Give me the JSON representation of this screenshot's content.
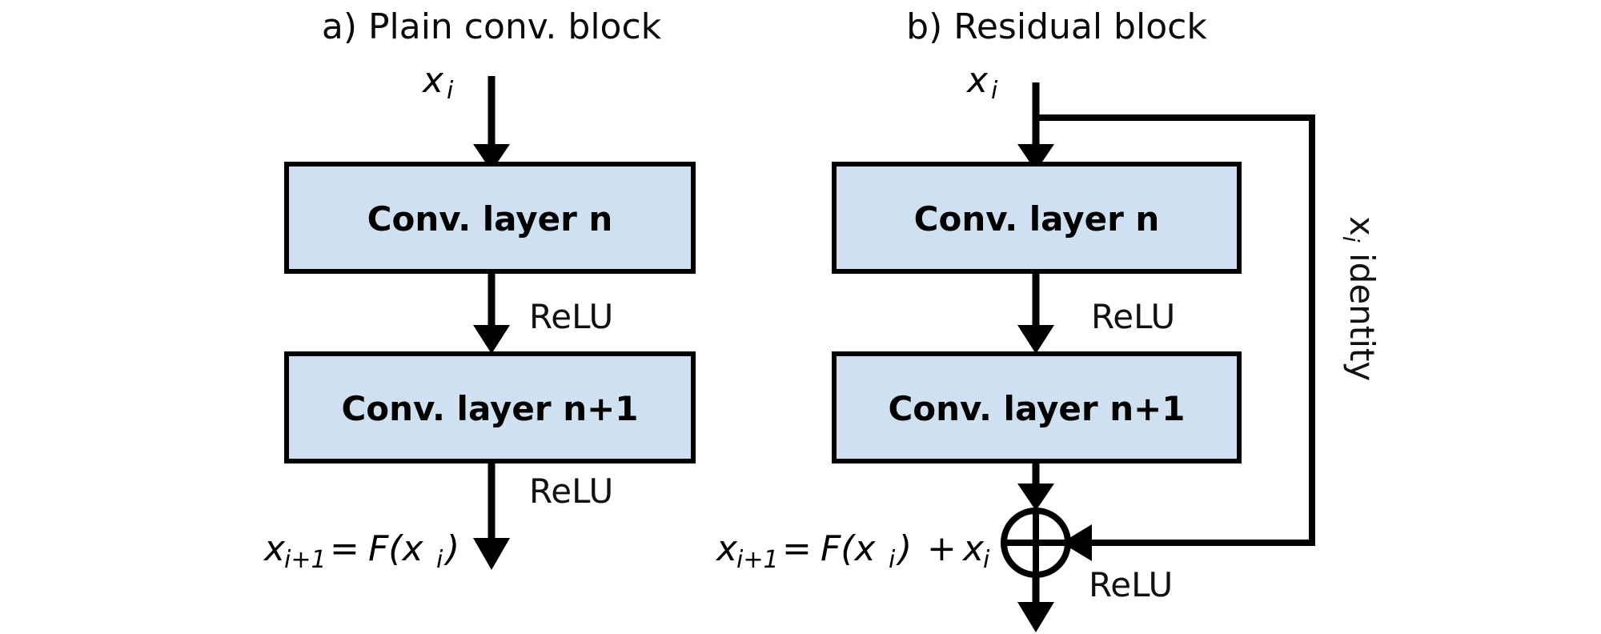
{
  "figure": {
    "background_color": "#ffffff",
    "box_fill_color": "#cfe0f0",
    "box_stroke_color": "#000000",
    "line_color": "#000000"
  },
  "panels": [
    {
      "id": "plain-conv-block",
      "title": "a) Plain conv. block",
      "input_label": {
        "base": "x",
        "sub": "i"
      },
      "layers": [
        {
          "label": "Conv. layer n"
        },
        {
          "label": "Conv. layer n+1"
        }
      ],
      "activations": [
        {
          "label": "ReLU"
        },
        {
          "label": "ReLU"
        }
      ],
      "output_formula": {
        "lhs_base": "x",
        "lhs_sub": "i+1",
        "equals": "=",
        "rhs": "F(x",
        "rhs_sub": "i",
        "rhs_close": ")"
      }
    },
    {
      "id": "residual-block",
      "title": "b) Residual block",
      "input_label": {
        "base": "x",
        "sub": "i"
      },
      "layers": [
        {
          "label": "Conv. layer n"
        },
        {
          "label": "Conv. layer n+1"
        }
      ],
      "activations": [
        {
          "label": "ReLU"
        },
        {
          "label": "ReLU"
        }
      ],
      "skip_connection": {
        "label_base": "x",
        "label_sub": "i",
        "label_text": " identity"
      },
      "sum_node": {
        "symbol": "plus-circle"
      },
      "output_formula": {
        "lhs_base": "x",
        "lhs_sub": "i+1",
        "equals": "=",
        "rhs": "F(x",
        "rhs_sub": "i",
        "rhs_close": ")",
        "plus": "+",
        "addend_base": "x",
        "addend_sub": "i"
      }
    }
  ]
}
